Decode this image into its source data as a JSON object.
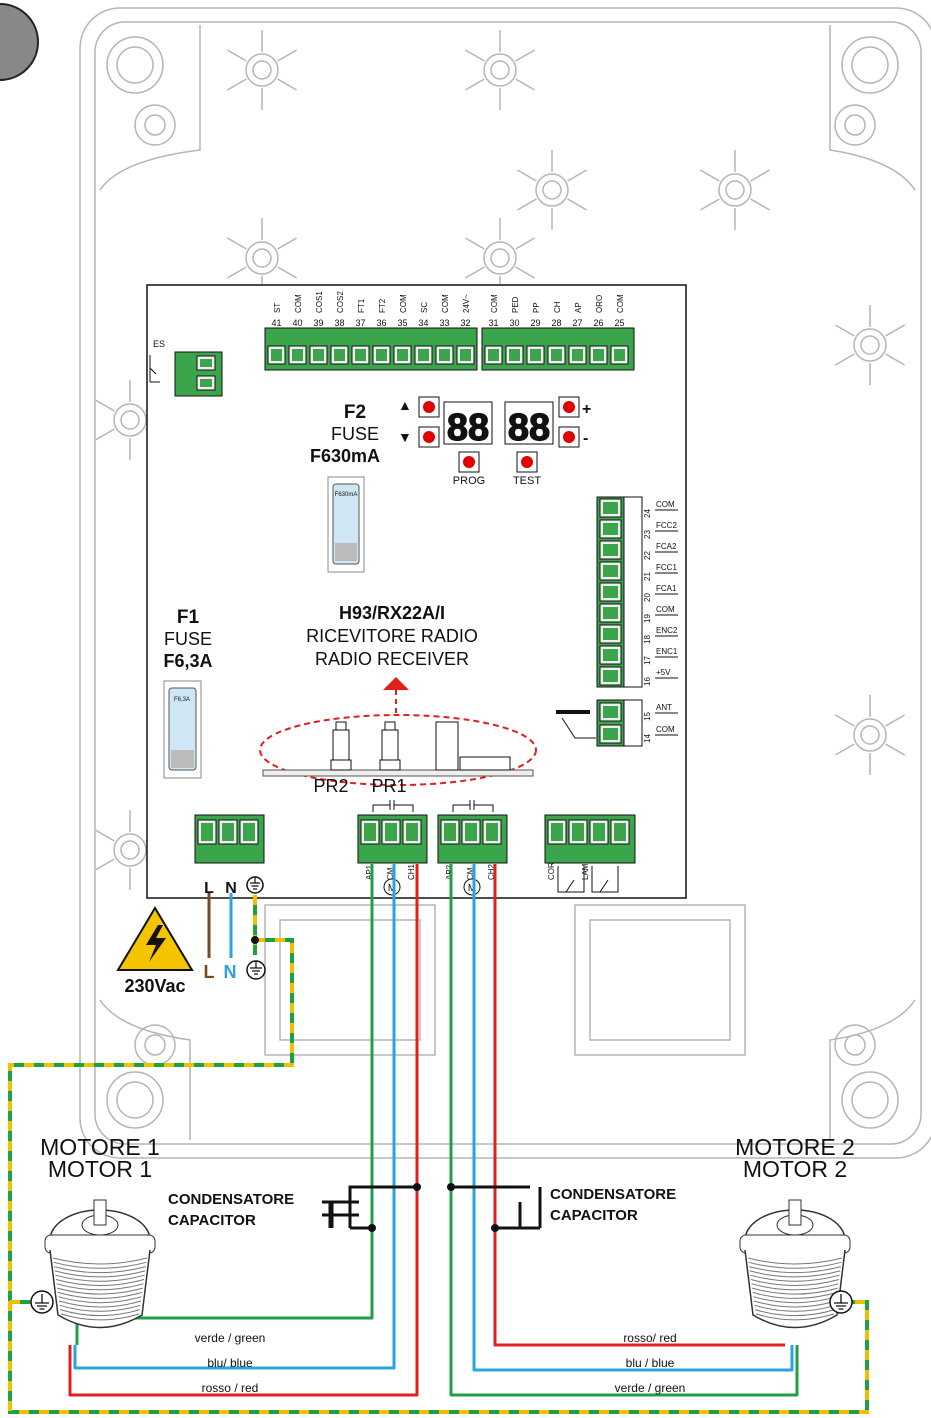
{
  "board": {
    "top_terminals": [
      {
        "num": "41",
        "label": "ST"
      },
      {
        "num": "40",
        "label": "COM"
      },
      {
        "num": "39",
        "label": "COS1"
      },
      {
        "num": "38",
        "label": "COS2"
      },
      {
        "num": "37",
        "label": "FT1"
      },
      {
        "num": "36",
        "label": "FT2"
      },
      {
        "num": "35",
        "label": "COM"
      },
      {
        "num": "34",
        "label": "SC"
      },
      {
        "num": "33",
        "label": "COM"
      },
      {
        "num": "32",
        "label": "24V~"
      },
      {
        "num": "31",
        "label": "COM"
      },
      {
        "num": "30",
        "label": "PED"
      },
      {
        "num": "29",
        "label": "PP"
      },
      {
        "num": "28",
        "label": "CH"
      },
      {
        "num": "27",
        "label": "AP"
      },
      {
        "num": "26",
        "label": "ORO"
      },
      {
        "num": "25",
        "label": "COM"
      }
    ],
    "right_terminals": [
      {
        "num": "24",
        "label": "COM"
      },
      {
        "num": "23",
        "label": "FCC2"
      },
      {
        "num": "22",
        "label": "FCA2"
      },
      {
        "num": "21",
        "label": "FCC1"
      },
      {
        "num": "20",
        "label": "FCA1"
      },
      {
        "num": "19",
        "label": "COM"
      },
      {
        "num": "18",
        "label": "ENC2"
      },
      {
        "num": "17",
        "label": "ENC1"
      },
      {
        "num": "16",
        "label": "+5V"
      }
    ],
    "antenna_terminals": [
      {
        "num": "15",
        "label": "ANT"
      },
      {
        "num": "14",
        "label": "COM"
      }
    ],
    "es_label": "ES",
    "fuse2": {
      "name": "F2",
      "type": "FUSE",
      "rating": "F630mA",
      "chip": "F630mA"
    },
    "fuse1": {
      "name": "F1",
      "type": "FUSE",
      "rating": "F6,3A",
      "chip": "F6,3A"
    },
    "buttons": {
      "up": "▲",
      "down": "▼",
      "plus": "+",
      "minus": "-",
      "prog": "PROG",
      "test": "TEST"
    },
    "display": {
      "left": "88",
      "right": "88"
    },
    "receiver": {
      "model": "H93/RX22A/I",
      "line1": "RICEVITORE RADIO",
      "line2": "RADIO RECEIVER",
      "pr2": "PR2",
      "pr1": "PR1"
    },
    "power_terminals": [
      "L",
      "N"
    ],
    "motor1_terminals": [
      "AP1",
      "CM",
      "CH1"
    ],
    "motor2_terminals": [
      "AP2",
      "CM",
      "CH2"
    ],
    "motor_symbol": "M",
    "aux_terminals": [
      "COR",
      "LAM"
    ]
  },
  "power": {
    "L": "L",
    "N": "N",
    "voltage": "230Vac"
  },
  "motor1": {
    "title1": "MOTORE 1",
    "title2": "MOTOR 1"
  },
  "motor2": {
    "title1": "MOTORE 2",
    "title2": "MOTOR 2"
  },
  "capacitor": {
    "line1": "CONDENSATORE",
    "line2": "CAPACITOR"
  },
  "wires": {
    "m1": [
      "verde / green",
      "blu/ blue",
      "rosso / red"
    ],
    "m2": [
      "rosso/ red",
      "blu / blue",
      "verde / green"
    ]
  },
  "colors": {
    "green": "#1fa046",
    "blue": "#2aa4e0",
    "red": "#e02020",
    "brown": "#7a4a1e",
    "yellow": "#f0c000",
    "terminal": "#3aa54a",
    "led": "#e00000"
  }
}
